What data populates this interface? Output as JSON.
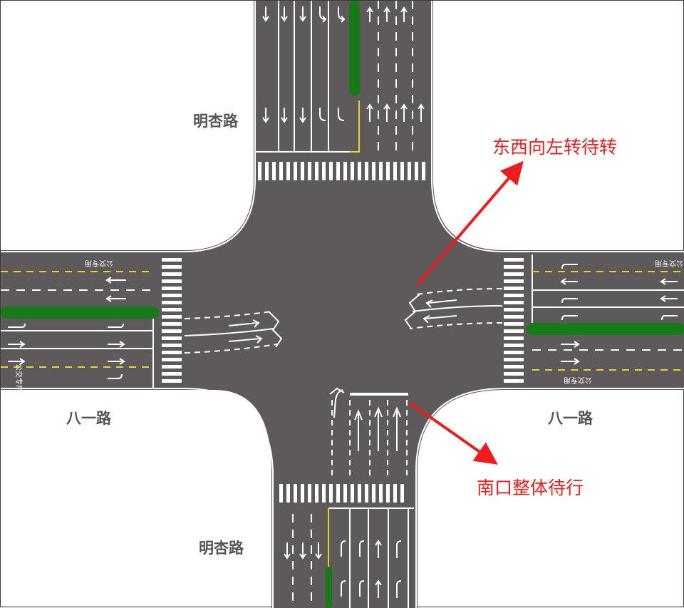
{
  "roads": {
    "north_south_north": "明杏路",
    "north_south_south": "明杏路",
    "east_west_west": "八一路",
    "east_west_east": "八一路"
  },
  "callouts": {
    "ew_left_turn_waiting": "东西向左转待转",
    "south_entry_waiting": "南口整体待行"
  },
  "bus_lane_markings": {
    "west_top": "公交专用",
    "west_bottom": "公交专用",
    "east_top": "公交专用",
    "east_bottom": "公交专用"
  },
  "colors": {
    "asphalt": "#5e5a5c",
    "median": "#157a17",
    "marking": "#ffffff",
    "yellow_line": "#e6d426",
    "arrow": "#ee1c1c"
  },
  "icons": {
    "lane_arrows": [
      "straight-arrow",
      "left-turn-arrow",
      "u-turn-arrow",
      "right-turn-arrow"
    ],
    "crossings": "zebra-crosswalk",
    "callout_pointer": "red-arrow"
  }
}
